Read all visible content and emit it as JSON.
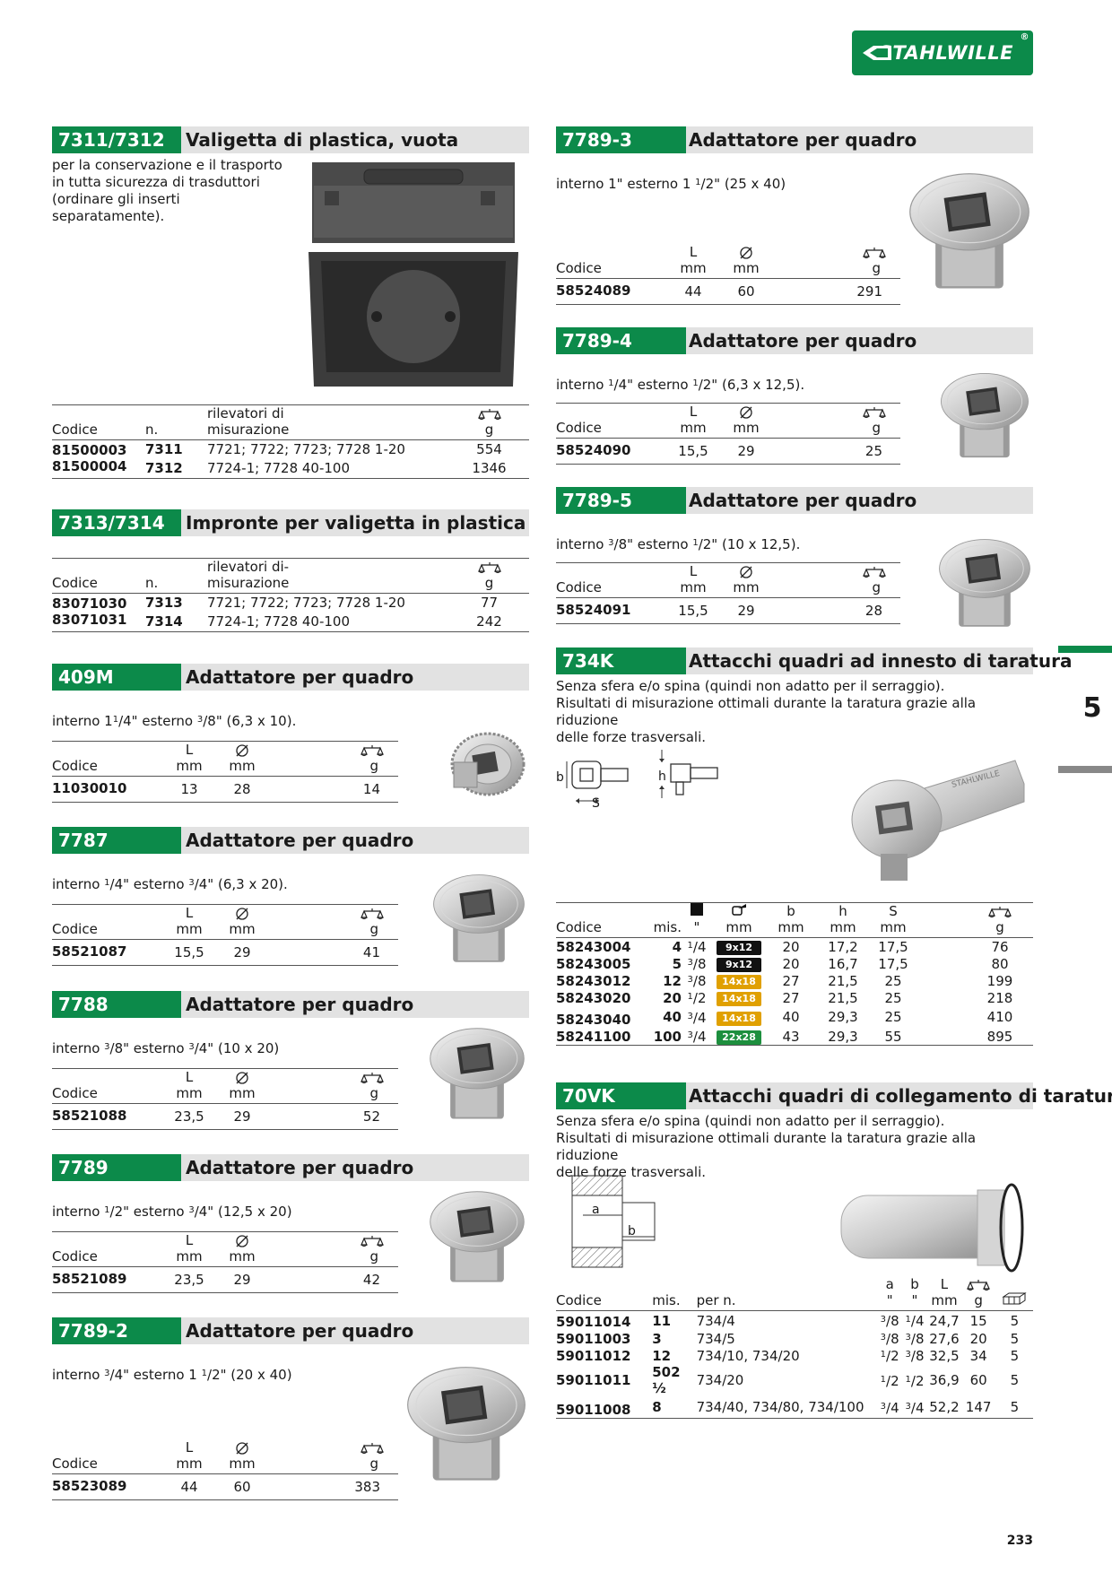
{
  "brand": {
    "logo_text": "STAHLWILLE",
    "reg": "®"
  },
  "page_number": "233",
  "chapter_tab": "5",
  "colors": {
    "accent": "#0c8a4a",
    "header_bg": "#e2e2e2",
    "badge_black": "#111111",
    "badge_yellow": "#e0a000",
    "badge_green": "#1d8f3e"
  },
  "common": {
    "codice": "Codice",
    "n": "n.",
    "L": "L",
    "mm": "mm",
    "g": "g",
    "mis": "mis.",
    "inch": "\"",
    "per_n": "per n."
  },
  "s7311": {
    "code": "7311/7312",
    "title": "Valigetta di plastica, vuota",
    "desc": "per la conservazione e il trasporto\nin tutta sicurezza di trasduttori\n(ordinare gli inserti\nseparatamente).",
    "col_h1": "rilevatori di",
    "col_h2": "misurazione",
    "rows": [
      {
        "codice": "81500003",
        "n": "7311",
        "ril": "7721; 7722; 7723; 7728 1-20",
        "g": "554"
      },
      {
        "codice": "81500004",
        "n": "7312",
        "ril": "7724-1; 7728 40-100",
        "g": "1346"
      }
    ]
  },
  "s7313": {
    "code": "7313/7314",
    "title": "Impronte per valigetta in plastica",
    "col_h1": "rilevatori di-",
    "col_h2": "misurazione",
    "rows": [
      {
        "codice": "83071030",
        "n": "7313",
        "ril": "7721; 7722; 7723; 7728 1-20",
        "g": "77"
      },
      {
        "codice": "83071031",
        "n": "7314",
        "ril": "7724-1; 7728 40-100",
        "g": "242"
      }
    ]
  },
  "s409m": {
    "code": "409M",
    "title": "Adattatore per quadro",
    "desc_a": "interno 1",
    "f1n": "1",
    "f1d": "4",
    "desc_b": "\" esterno ",
    "f2n": "3",
    "f2d": "8",
    "desc_c": "\" (6,3 x 10).",
    "row": {
      "codice": "11030010",
      "L": "13",
      "d": "28",
      "g": "14"
    }
  },
  "s7787": {
    "code": "7787",
    "title": "Adattatore per quadro",
    "desc_a": "interno ",
    "f1n": "1",
    "f1d": "4",
    "desc_b": "\" esterno ",
    "f2n": "3",
    "f2d": "4",
    "desc_c": "\" (6,3 x 20).",
    "row": {
      "codice": "58521087",
      "L": "15,5",
      "d": "29",
      "g": "41"
    }
  },
  "s7788": {
    "code": "7788",
    "title": "Adattatore per quadro",
    "desc_a": "interno ",
    "f1n": "3",
    "f1d": "8",
    "desc_b": "\" esterno ",
    "f2n": "3",
    "f2d": "4",
    "desc_c": "\" (10 x 20)",
    "row": {
      "codice": "58521088",
      "L": "23,5",
      "d": "29",
      "g": "52"
    }
  },
  "s7789": {
    "code": "7789",
    "title": "Adattatore per quadro",
    "desc_a": "interno ",
    "f1n": "1",
    "f1d": "2",
    "desc_b": "\" esterno ",
    "f2n": "3",
    "f2d": "4",
    "desc_c": "\" (12,5 x 20)",
    "row": {
      "codice": "58521089",
      "L": "23,5",
      "d": "29",
      "g": "42"
    }
  },
  "s7789_2": {
    "code": "7789-2",
    "title": "Adattatore per quadro",
    "desc_a": "interno ",
    "f1n": "3",
    "f1d": "4",
    "desc_b": "\" esterno 1 ",
    "f2n": "1",
    "f2d": "2",
    "desc_c": "\" (20 x 40)",
    "row": {
      "codice": "58523089",
      "L": "44",
      "d": "60",
      "g": "383"
    }
  },
  "s7789_3": {
    "code": "7789-3",
    "title": "Adattatore per quadro",
    "desc_a": "interno 1\" esterno 1 ",
    "f2n": "1",
    "f2d": "2",
    "desc_c": "\" (25 x 40)",
    "row": {
      "codice": "58524089",
      "L": "44",
      "d": "60",
      "g": "291"
    }
  },
  "s7789_4": {
    "code": "7789-4",
    "title": "Adattatore per quadro",
    "desc_a": "interno ",
    "f1n": "1",
    "f1d": "4",
    "desc_b": "\" esterno ",
    "f2n": "1",
    "f2d": "2",
    "desc_c": "\" (6,3 x 12,5).",
    "row": {
      "codice": "58524090",
      "L": "15,5",
      "d": "29",
      "g": "25"
    }
  },
  "s7789_5": {
    "code": "7789-5",
    "title": "Adattatore per quadro",
    "desc_a": "interno ",
    "f1n": "3",
    "f1d": "8",
    "desc_b": "\" esterno ",
    "f2n": "1",
    "f2d": "2",
    "desc_c": "\" (10 x 12,5).",
    "row": {
      "codice": "58524091",
      "L": "15,5",
      "d": "29",
      "g": "28"
    }
  },
  "s734k": {
    "code": "734K",
    "title": "Attacchi quadri ad innesto di taratura",
    "desc": "Senza sfera e/o spina (quindi non adatto per il serraggio).\nRisultati di misurazione ottimali durante la taratura grazie alla riduzione\ndelle forze trasversali.",
    "diag": {
      "b": "b",
      "s": "S",
      "h": "h"
    },
    "col": {
      "b": "b",
      "h": "h",
      "S": "S"
    },
    "rows": [
      {
        "codice": "58243004",
        "mis": "4",
        "fn": "1",
        "fd": "4",
        "badge": "9x12",
        "bc": "black",
        "b": "20",
        "h": "17,2",
        "S": "17,5",
        "g": "76"
      },
      {
        "codice": "58243005",
        "mis": "5",
        "fn": "3",
        "fd": "8",
        "badge": "9x12",
        "bc": "black",
        "b": "20",
        "h": "16,7",
        "S": "17,5",
        "g": "80"
      },
      {
        "codice": "58243012",
        "mis": "12",
        "fn": "3",
        "fd": "8",
        "badge": "14x18",
        "bc": "yellow",
        "b": "27",
        "h": "21,5",
        "S": "25",
        "g": "199"
      },
      {
        "codice": "58243020",
        "mis": "20",
        "fn": "1",
        "fd": "2",
        "badge": "14x18",
        "bc": "yellow",
        "b": "27",
        "h": "21,5",
        "S": "25",
        "g": "218"
      },
      {
        "codice": "58243040",
        "mis": "40",
        "fn": "3",
        "fd": "4",
        "badge": "14x18",
        "bc": "yellow",
        "b": "40",
        "h": "29,3",
        "S": "25",
        "g": "410"
      },
      {
        "codice": "58241100",
        "mis": "100",
        "fn": "3",
        "fd": "4",
        "badge": "22x28",
        "bc": "green",
        "b": "43",
        "h": "29,3",
        "S": "55",
        "g": "895"
      }
    ]
  },
  "s70vk": {
    "code": "70VK",
    "title": "Attacchi quadri di collegamento di taratura",
    "desc": "Senza sfera e/o spina (quindi non adatto per il serraggio).\nRisultati di misurazione ottimali durante la taratura grazie alla riduzione\ndelle forze trasversali.",
    "diag": {
      "a": "a",
      "b": "b"
    },
    "col": {
      "a": "a",
      "b": "b"
    },
    "rows": [
      {
        "codice": "59011014",
        "mis": "11",
        "per": "734/4",
        "an": "3",
        "ad": "8",
        "bn": "1",
        "bd": "4",
        "L": "24,7",
        "g": "15",
        "q": "5"
      },
      {
        "codice": "59011003",
        "mis": "3",
        "per": "734/5",
        "an": "3",
        "ad": "8",
        "bn": "3",
        "bd": "8",
        "L": "27,6",
        "g": "20",
        "q": "5"
      },
      {
        "codice": "59011012",
        "mis": "12",
        "per": "734/10, 734/20",
        "an": "1",
        "ad": "2",
        "bn": "3",
        "bd": "8",
        "L": "32,5",
        "g": "34",
        "q": "5"
      },
      {
        "codice": "59011011",
        "mis": "502 ½",
        "per": "734/20",
        "an": "1",
        "ad": "2",
        "bn": "1",
        "bd": "2",
        "L": "36,9",
        "g": "60",
        "q": "5"
      },
      {
        "codice": "59011008",
        "mis": "8",
        "per": "734/40, 734/80, 734/100",
        "an": "3",
        "ad": "4",
        "bn": "3",
        "bd": "4",
        "L": "52,2",
        "g": "147",
        "q": "5"
      }
    ]
  }
}
